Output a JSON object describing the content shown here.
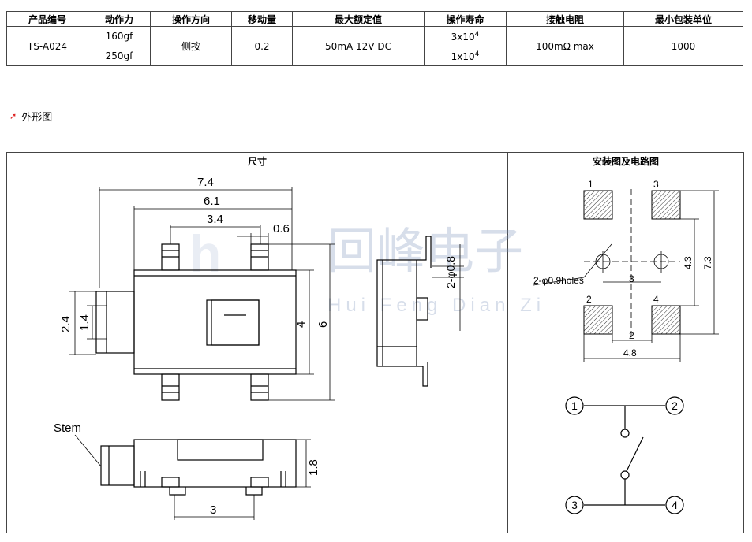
{
  "spec_table": {
    "headers": [
      "产品编号",
      "动作力",
      "操作方向",
      "移动量",
      "最大额定值",
      "操作寿命",
      "接触电阻",
      "最小包装单位"
    ],
    "part_number": "TS-A024",
    "force_1": "160gf",
    "force_2": "250gf",
    "direction": "侧按",
    "travel": "0.2",
    "rating": "50mA 12V DC",
    "life_1": "3x10",
    "life_2": "1x10",
    "life_exp": "4",
    "resistance": "100mΩ max",
    "min_pack": "1000"
  },
  "section": {
    "title": "外形图"
  },
  "outline": {
    "left_header": "尺寸",
    "right_header": "安装图及电路图"
  },
  "dims": {
    "d74": "7.4",
    "d61": "6.1",
    "d34": "3.4",
    "d06": "0.6",
    "d24": "2.4",
    "d14": "1.4",
    "d4": "4",
    "d6": "6",
    "d208": "2-φ0.8",
    "stem": "Stem",
    "d18": "1.8",
    "d3b": "3"
  },
  "mount": {
    "pin1": "1",
    "pin3": "3",
    "pin2": "2",
    "pin4": "4",
    "holes": "2-φ0.9holes",
    "d3": "3",
    "d2": "2",
    "d48": "4.8",
    "d43": "4.3",
    "d73": "7.3"
  },
  "circuit": {
    "n1": "1",
    "n2": "2",
    "n3": "3",
    "n4": "4"
  },
  "watermark": {
    "cn": "回峰电子",
    "en": "Hui Feng Dian Zi"
  }
}
